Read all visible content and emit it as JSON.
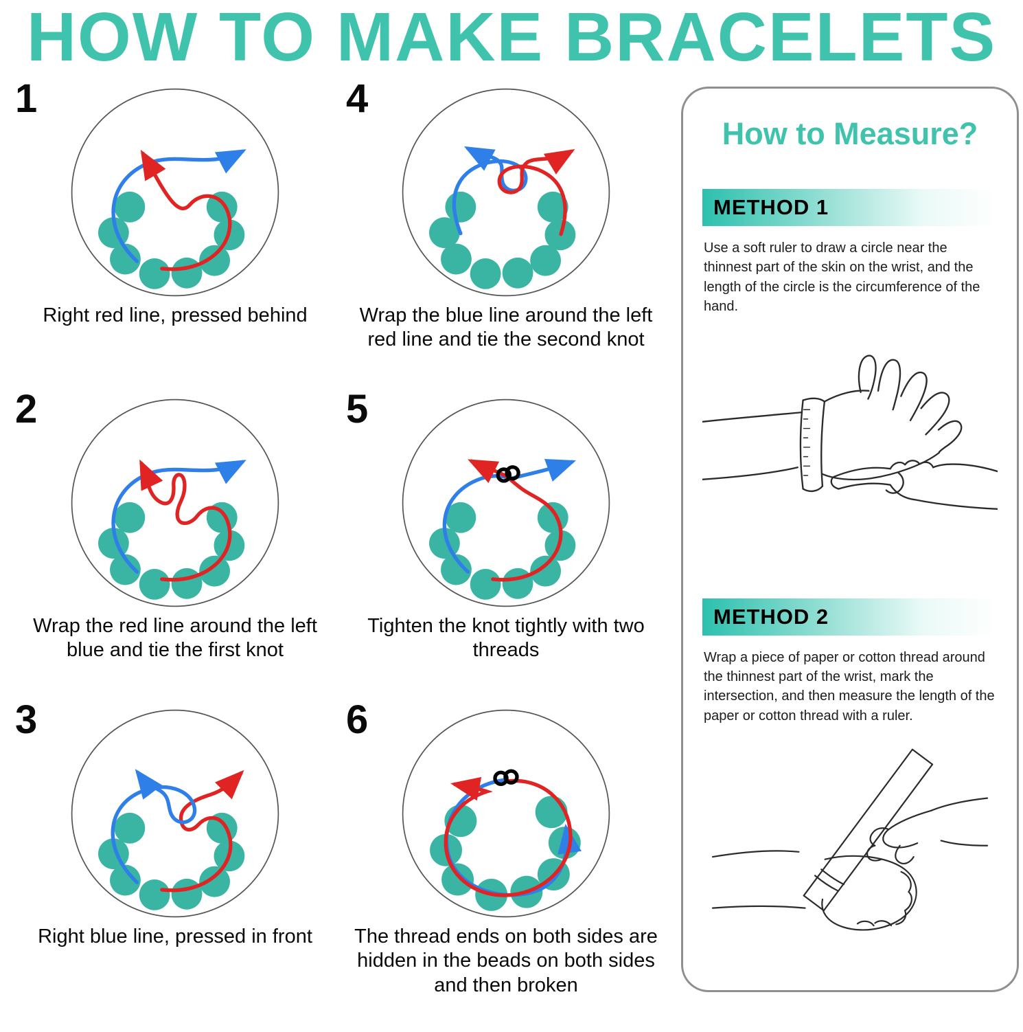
{
  "title": "HOW TO MAKE BRACELETS",
  "steps": [
    {
      "number": "1",
      "caption": "Right red line, pressed behind"
    },
    {
      "number": "4",
      "caption": "Wrap the blue line around the left red line and tie the second knot"
    },
    {
      "number": "2",
      "caption": "Wrap the red line around the left blue and tie the first knot"
    },
    {
      "number": "5",
      "caption": "Tighten the knot tightly with two threads"
    },
    {
      "number": "3",
      "caption": "Right blue line, pressed in front"
    },
    {
      "number": "6",
      "caption": "The thread ends on both sides are hidden in the beads on both sides and then broken"
    }
  ],
  "measure": {
    "title": "How to Measure?",
    "methods": [
      {
        "label": "METHOD 1",
        "text": "Use a soft ruler to draw a circle near the thinnest part of the skin on the wrist, and the length of the circle is the circumference of the hand."
      },
      {
        "label": "METHOD 2",
        "text": "Wrap a piece of paper or cotton thread around the thinnest part of the wrist, mark the intersection, and then measure the length of the paper or cotton thread with a ruler."
      }
    ]
  },
  "colors": {
    "accent_teal": "#3fc3ad",
    "bead_teal": "#3ab5a3",
    "thread_red": "#e02424",
    "thread_blue": "#2f7fe8",
    "knot_black": "#000000",
    "panel_border_gray": "#8f8f8f"
  }
}
